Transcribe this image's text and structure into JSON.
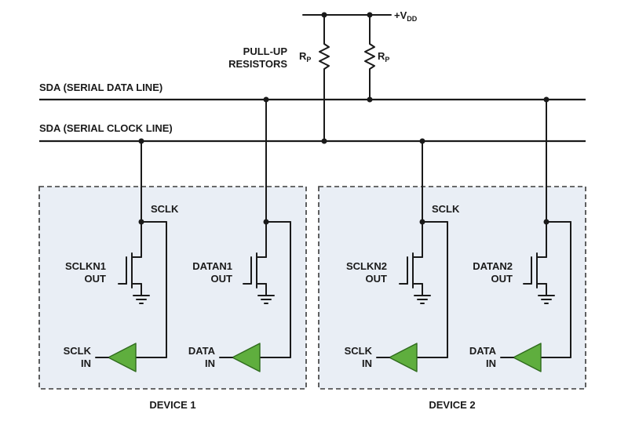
{
  "labels": {
    "vdd_main": "+V",
    "vdd_sub": "DD",
    "rp_main": "R",
    "rp_sub": "P",
    "pullup_line1": "PULL-UP",
    "pullup_line2": "RESISTORS",
    "sda_line": "SDA (SERIAL DATA LINE)",
    "scl_line": "SDA (SERIAL CLOCK LINE)"
  },
  "devices": [
    {
      "name": "DEVICE 1",
      "sclk_tap": "SCLK",
      "clk_out": [
        "SCLKN1",
        "OUT"
      ],
      "data_out": [
        "DATAN1",
        "OUT"
      ],
      "clk_in": [
        "SCLK",
        "IN"
      ],
      "data_in": [
        "DATA",
        "IN"
      ]
    },
    {
      "name": "DEVICE 2",
      "sclk_tap": "SCLK",
      "clk_out": [
        "SCLKN2",
        "OUT"
      ],
      "data_out": [
        "DATAN2",
        "OUT"
      ],
      "clk_in": [
        "SCLK",
        "IN"
      ],
      "data_in": [
        "DATA",
        "IN"
      ]
    }
  ],
  "colors": {
    "device_fill": "#e9eef5",
    "buffer_fill": "#5fae3e",
    "line": "#1a1a1a"
  }
}
